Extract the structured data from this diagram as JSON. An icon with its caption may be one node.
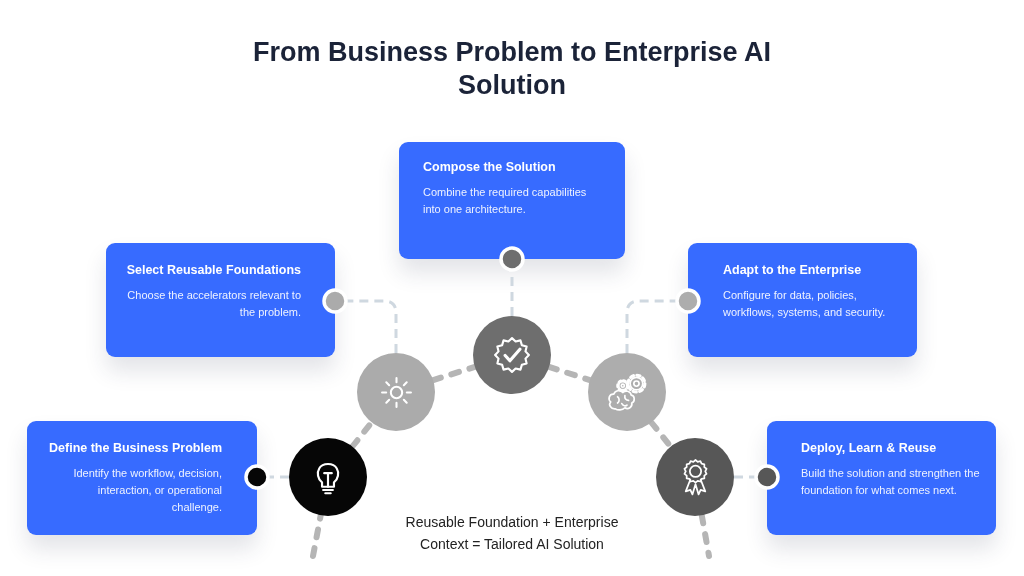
{
  "diagram": {
    "title": "From Business Problem to Enterprise AI Solution",
    "nodes": [
      {
        "text": [
          "Define the Business Problem",
          "Identify the workflow, decision, interaction, or operational challenge."
        ]
      },
      {
        "text": [
          "Select Reusable Foundations",
          "Choose the accelerators relevant to the problem."
        ]
      },
      {
        "text": [
          "Compose the Solution",
          "Combine the required capabilities into one architecture."
        ]
      },
      {
        "text": [
          "Adapt to the Enterprise",
          "Configure for data, policies, workflows, systems, and security."
        ]
      },
      {
        "text": [
          "Deploy, Learn & Reuse",
          "Build the solution and strengthen the foundation for what comes next."
        ]
      },
      {
        "text": [],
        "shape": "circle"
      },
      {
        "text": [],
        "shape": "circle"
      },
      {
        "text": [],
        "shape": "circle"
      },
      {
        "text": [],
        "shape": "circle"
      },
      {
        "text": [],
        "shape": "circle"
      }
    ],
    "edges": [
      {
        "from": null,
        "to": 5,
        "arrow": "none",
        "style": "dashed"
      },
      {
        "from": 5,
        "to": 6,
        "arrow": "none",
        "style": "dashed"
      },
      {
        "from": 6,
        "to": 7,
        "arrow": "none",
        "style": "dashed"
      },
      {
        "from": 7,
        "to": 8,
        "arrow": "none",
        "style": "dashed"
      },
      {
        "from": 8,
        "to": 9,
        "arrow": "none",
        "style": "dashed"
      },
      {
        "from": 9,
        "to": null,
        "arrow": "none",
        "style": "dashed"
      },
      {
        "from": 5,
        "to": 0,
        "arrow": "other",
        "style": "dashed",
        "color": "#cfd8e0"
      },
      {
        "from": 6,
        "to": 1,
        "arrow": "other",
        "style": "dashed",
        "color": "#cfd8e0"
      },
      {
        "from": 7,
        "to": 2,
        "arrow": "other",
        "style": "dashed",
        "color": "#cfd8e0"
      },
      {
        "from": 8,
        "to": 3,
        "arrow": "other",
        "style": "dashed",
        "color": "#cfd8e0"
      },
      {
        "from": 9,
        "to": 4,
        "arrow": "other",
        "style": "dashed",
        "color": "#cfd8e0"
      }
    ],
    "labels": [
      "Reusable Foundation + Enterprise Context = Tailored AI Solution"
    ]
  }
}
